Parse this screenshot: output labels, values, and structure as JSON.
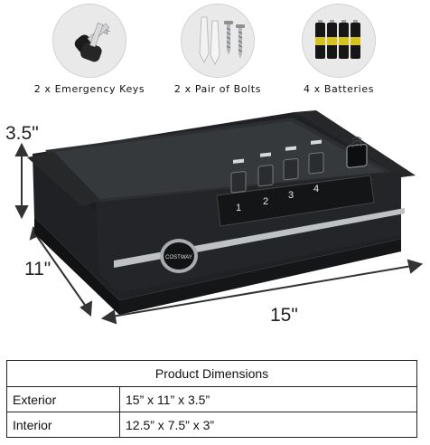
{
  "accessories": [
    {
      "label": "2 x Emergency Keys",
      "icon": "keys-icon"
    },
    {
      "label": "2 x Pair of Bolts",
      "icon": "bolts-icon"
    },
    {
      "label": "4 x Batteries",
      "icon": "batteries-icon"
    }
  ],
  "dimension_labels": {
    "height": "3.5\"",
    "depth": "11\"",
    "width": "15\""
  },
  "keypad": {
    "keys": [
      "1",
      "2",
      "3",
      "4"
    ]
  },
  "brand_logo_text": "COSTWAY",
  "table": {
    "title": "Product Dimensions",
    "rows": [
      {
        "label": "Exterior",
        "value": "15” x 11” x 3.5”"
      },
      {
        "label": "Interior",
        "value": "12.5” x 7.5” x 3”"
      }
    ]
  },
  "colors": {
    "safe_body": "#1f2124",
    "safe_lid": "#2c2e31",
    "trim": "#bfc2c5",
    "badge": "#e9e9e9"
  }
}
